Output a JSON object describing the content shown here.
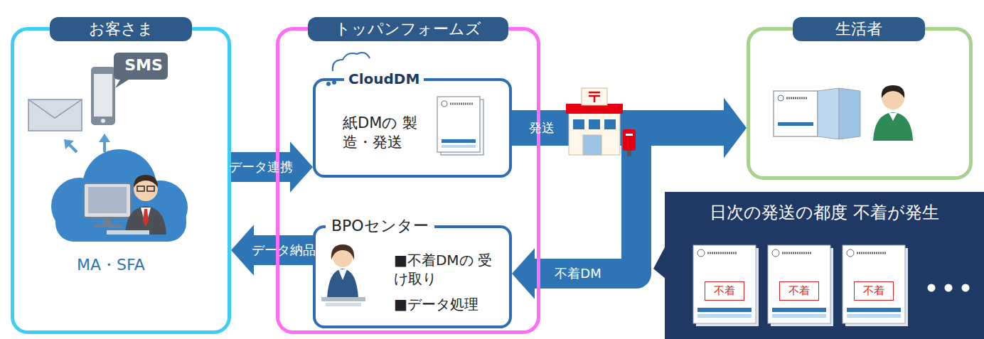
{
  "diagram": {
    "nodes": [
      {
        "text": [
          "お客さま",
          "MA・SFA"
        ]
      },
      {
        "text": [
          "トッパンフォームズ"
        ]
      },
      {
        "text": [
          "CloudDM",
          "紙DMの 製造・発送"
        ],
        "in": 1
      },
      {
        "text": [
          "BPOセンター",
          "■不着DMの 受け取り",
          "■データ処理"
        ],
        "in": 1
      },
      {
        "text": [
          "生活者"
        ]
      },
      {
        "text": [
          "日次の発送の都度 不着が発生"
        ]
      }
    ],
    "edges": [
      {
        "from": 0,
        "to": 2,
        "label": "データ連携",
        "arrow": "to"
      },
      {
        "from": 2,
        "to": 4,
        "label": "発送",
        "arrow": "to"
      },
      {
        "from": 2,
        "to": 3,
        "label": "不着DM",
        "arrow": "to"
      },
      {
        "from": 3,
        "to": 0,
        "label": "データ納品",
        "arrow": "to"
      }
    ],
    "labels": [
      "SMS",
      "不着",
      "不着",
      "不着"
    ]
  }
}
